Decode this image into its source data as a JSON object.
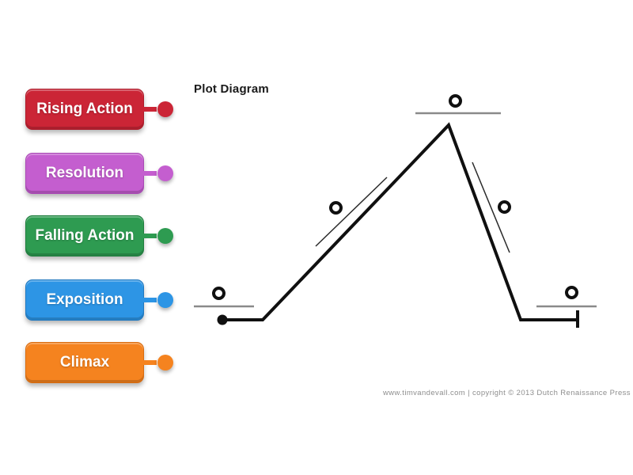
{
  "title": "Plot Diagram",
  "footer": "www.timvandevall.com | copyright © 2013 Dutch Renaissance Press",
  "labels": [
    {
      "text": "Rising Action",
      "color": "#cb2536",
      "border": "#ad1a29"
    },
    {
      "text": "Resolution",
      "color": "#c45ecf",
      "border": "#a949b5"
    },
    {
      "text": "Falling Action",
      "color": "#2e9b51",
      "border": "#1e7d3d"
    },
    {
      "text": "Exposition",
      "color": "#2d95e5",
      "border": "#1f78c0"
    },
    {
      "text": "Climax",
      "color": "#f5831f",
      "border": "#d96b0e"
    }
  ],
  "diagram": {
    "line_color": "#101010",
    "blank_color": "#8a8a8a",
    "thin_blank_color": "#2a2a2a"
  }
}
